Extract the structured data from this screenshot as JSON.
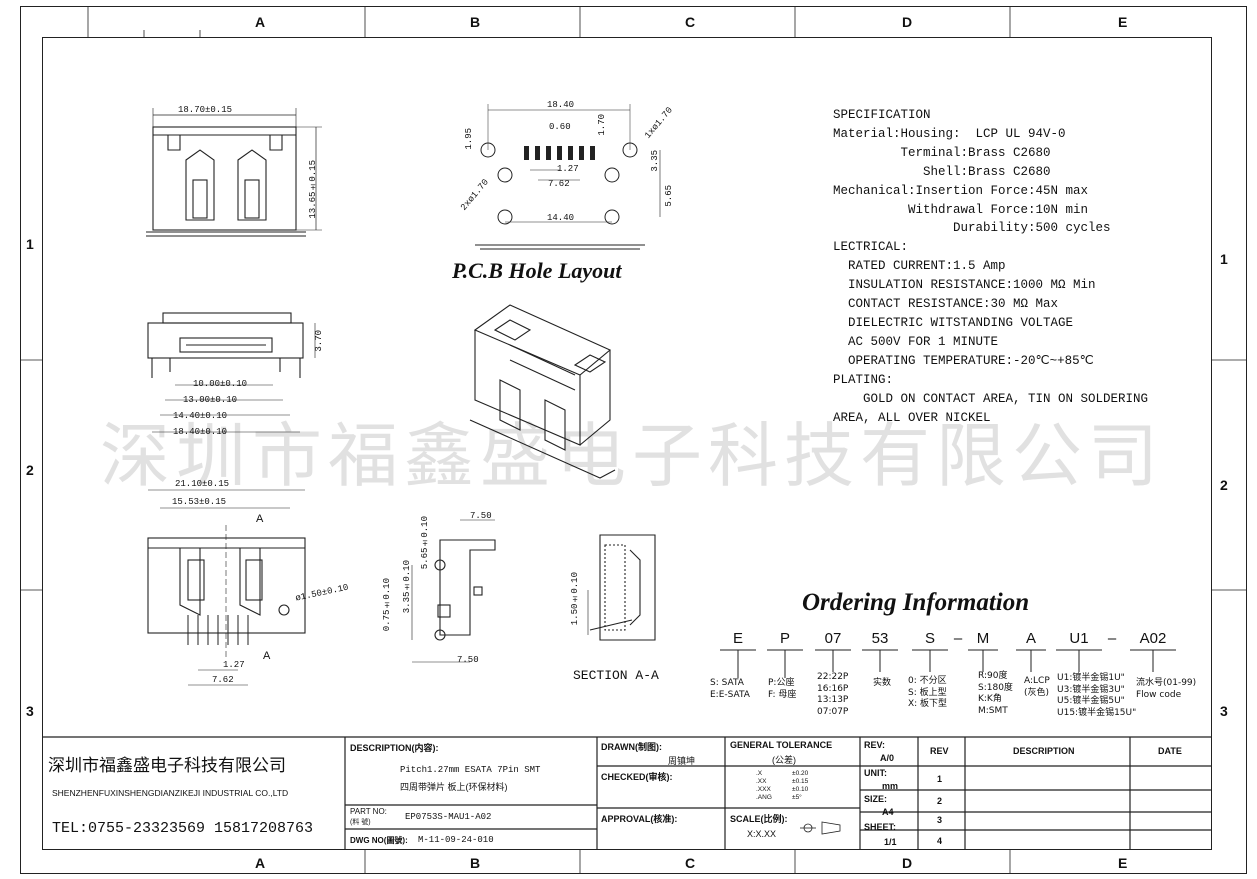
{
  "zones": {
    "columns": [
      "A",
      "B",
      "C",
      "D",
      "E"
    ],
    "rows": [
      "1",
      "2",
      "3"
    ]
  },
  "specification": {
    "lines": [
      "SPECIFICATION",
      "Material:Housing:  LCP UL 94V-0",
      "         Terminal:Brass C2680",
      "            Shell:Brass C2680",
      "Mechanical:Insertion Force:45N max",
      "          Withdrawal Force:10N min",
      "                Durability:500 cycles",
      "LECTRICAL:",
      "  RATED CURRENT:1.5 Amp",
      "  INSULATION RESISTANCE:1000 MΩ Min",
      "  CONTACT RESISTANCE:30 MΩ Max",
      "  DIELECTRIC WITSTANDING VOLTAGE",
      "  AC 500V FOR 1 MINUTE",
      "  OPERATING TEMPERATURE:-20℃~+85℃",
      "PLATING:",
      "    GOLD ON CONTACT AREA, TIN ON SOLDERING",
      "AREA, ALL OVER NICKEL"
    ]
  },
  "watermark": "深圳市福鑫盛电子科技有限公司",
  "pcb_title": "P.C.B Hole Layout",
  "section_label": "SECTION A-A",
  "dimensions": {
    "top_width": "18.70±0.15",
    "top_height": "13.65±0.15",
    "pcb_width": "18.40",
    "pcb_pitch": "0.60",
    "pcb_127": "1.27",
    "pcb_762": "7.62",
    "pcb_1440": "14.40",
    "pcb_195": "1.95",
    "pcb_170": "1.70",
    "pcb_335": "3.35",
    "pcb_565": "5.65",
    "pcb_hole1": "1xø1.70",
    "pcb_hole2": "2xø1.70",
    "front_370": "3.70",
    "front_d1": "10.00±0.10",
    "front_d2": "13.00±0.10",
    "front_d3": "14.40±0.10",
    "front_d4": "18.40±0.10",
    "bottom_w1": "21.10±0.15",
    "bottom_w2": "15.53±0.15",
    "bottom_hole": "ø1.50±0.10",
    "bottom_127": "1.27",
    "bottom_762": "7.62",
    "section_a": "A",
    "side_750a": "7.50",
    "side_750b": "7.50",
    "side_565": "5.65±0.10",
    "side_335": "3.35±0.10",
    "side_075": "0.75±0.10",
    "sect_150": "1.50±0.10"
  },
  "ordering": {
    "title": "Ordering Information",
    "codes": [
      "E",
      "P",
      "07",
      "53",
      "S",
      "M",
      "A",
      "U1",
      "A02"
    ],
    "dashes": [
      "–",
      "–"
    ],
    "options": [
      "S: SATA\nE:E-SATA",
      "P:公座\nF: 母座",
      "22:22P\n16:16P\n13:13P\n07:07P",
      "实数",
      "0: 不分区\nS: 板上型\nX: 板下型",
      "R:90度\nS:180度\nK:K角\nM:SMT",
      "A:LCP\n(灰色)",
      "U1:镀半金锡1U\"\nU3:镀半金锡3U\"\nU5:镀半金锡5U\"\nU15:镀半金锡15U\"",
      "流水号(01-99)\nFlow code"
    ]
  },
  "title_block": {
    "company_cn": "深圳市福鑫盛电子科技有限公司",
    "company_en": "SHENZHENFUXINSHENGDIANZIKEJI INDUSTRIAL CO.,LTD",
    "tel": "TEL:0755-23323569 15817208763",
    "desc_label": "DESCRIPTION(内容):",
    "desc_line1": "Pitch1.27mm ESATA 7Pin SMT",
    "desc_line2": "四周带弹片 板上(环保材料)",
    "part_no_label": "PART NO:",
    "part_no_label2": "(料   號)",
    "part_no": "EP0753S-MAU1-A02",
    "dwg_no_label": "DWG NO(圖號):",
    "dwg_no": "M-11-09-24-010",
    "drawn_label": "DRAWN(制图):",
    "drawn_value": "周镇坤",
    "checked_label": "CHECKED(审核):",
    "approval_label": "APPROVAL(核准):",
    "gen_tol_label": "GENERAL TOLERANCE",
    "gen_tol_sub": "(公差)",
    "tol_keys": [
      ".X",
      ".XX",
      ".XXX",
      ".ANG"
    ],
    "tol_vals": [
      "±0.20",
      "±0.15",
      "±0.10",
      "±5°"
    ],
    "scale_label": "SCALE(比例):",
    "scale_value": "X:X.XX",
    "rev_label": "REV:",
    "rev_value": "A/0",
    "unit_label": "UNIT:",
    "unit_value": "mm",
    "size_label": "SIZE:",
    "size_value": "A4",
    "sheet_label": "SHEET:",
    "sheet_value": "1/1",
    "rev_col": "REV",
    "desc_col": "DESCRIPTION",
    "date_col": "DATE",
    "rev_rows": [
      "1",
      "2",
      "3",
      "4"
    ]
  }
}
